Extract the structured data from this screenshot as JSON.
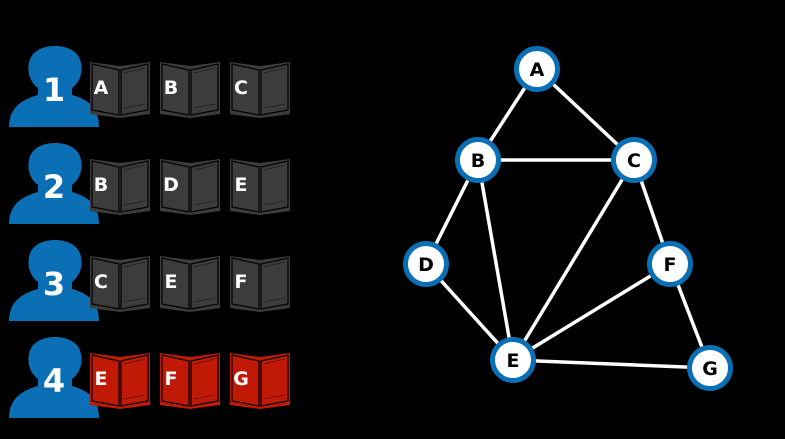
{
  "colors": {
    "background": "#000000",
    "person": "#0a6fb5",
    "book_gray": "#3c3c3c",
    "book_red": "#c01a07",
    "node_border": "#0a6fb5",
    "node_fill": "#ffffff",
    "edge": "#ffffff"
  },
  "people": [
    {
      "number": "1",
      "icon": "person-silhouette-icon",
      "books": [
        {
          "letter": "A",
          "color": "gray"
        },
        {
          "letter": "B",
          "color": "gray"
        },
        {
          "letter": "C",
          "color": "gray"
        }
      ]
    },
    {
      "number": "2",
      "icon": "person-silhouette-icon",
      "books": [
        {
          "letter": "B",
          "color": "gray"
        },
        {
          "letter": "D",
          "color": "gray"
        },
        {
          "letter": "E",
          "color": "gray"
        }
      ]
    },
    {
      "number": "3",
      "icon": "person-silhouette-icon",
      "books": [
        {
          "letter": "C",
          "color": "gray"
        },
        {
          "letter": "E",
          "color": "gray"
        },
        {
          "letter": "F",
          "color": "gray"
        }
      ]
    },
    {
      "number": "4",
      "icon": "person-silhouette-icon",
      "books": [
        {
          "letter": "E",
          "color": "red"
        },
        {
          "letter": "F",
          "color": "red"
        },
        {
          "letter": "G",
          "color": "red"
        }
      ]
    }
  ],
  "graph": {
    "nodes": [
      "A",
      "B",
      "C",
      "D",
      "E",
      "F",
      "G"
    ],
    "edges": [
      [
        "A",
        "B"
      ],
      [
        "A",
        "C"
      ],
      [
        "B",
        "C"
      ],
      [
        "B",
        "D"
      ],
      [
        "B",
        "E"
      ],
      [
        "C",
        "E"
      ],
      [
        "C",
        "F"
      ],
      [
        "D",
        "E"
      ],
      [
        "E",
        "F"
      ],
      [
        "E",
        "G"
      ],
      [
        "F",
        "G"
      ]
    ]
  }
}
